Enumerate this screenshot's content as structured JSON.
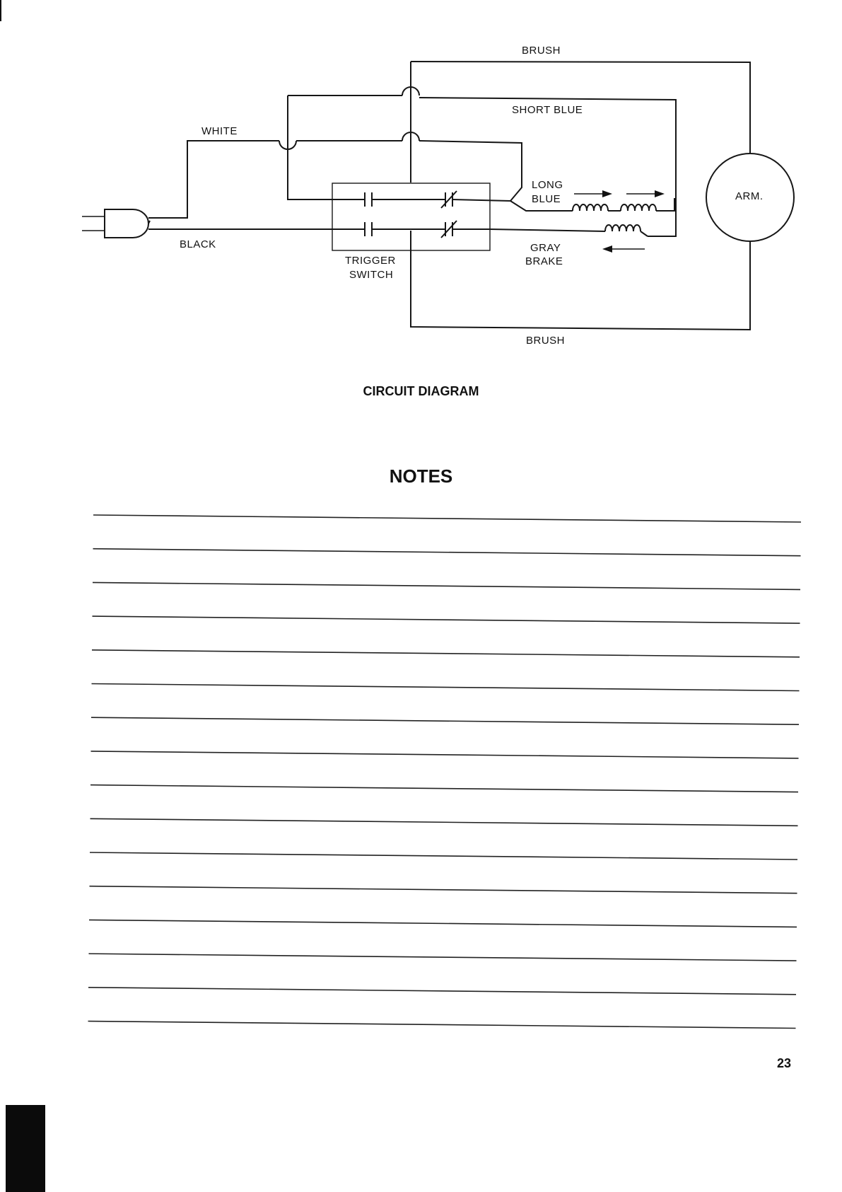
{
  "diagram": {
    "labels": {
      "brush_top": "BRUSH",
      "short_blue": "SHORT BLUE",
      "white": "WHITE",
      "black": "BLACK",
      "long": "LONG",
      "blue": "BLUE",
      "gray": "GRAY",
      "brake": "BRAKE",
      "arm": "ARM.",
      "trigger": "TRIGGER",
      "switch": "SWITCH",
      "brush_bottom": "BRUSH"
    },
    "caption": "CIRCUIT DIAGRAM"
  },
  "notes": {
    "title": "NOTES",
    "line_count": 16
  },
  "page_number": "23"
}
